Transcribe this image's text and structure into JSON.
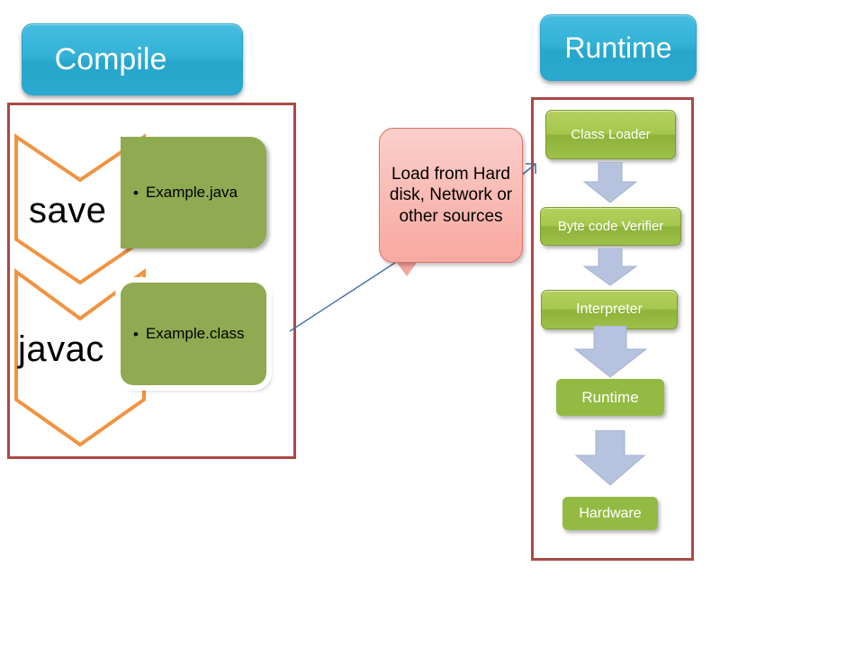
{
  "diagram": {
    "title_compile": "Compile",
    "title_runtime": "Runtime",
    "compile": {
      "steps": [
        {
          "chevron_label": "save",
          "box_label": "Example.java",
          "bullet": "•"
        },
        {
          "chevron_label": "javac",
          "box_label": "Example.class",
          "bullet": "•"
        }
      ]
    },
    "callout": {
      "text": "Load from Hard disk, Network or other sources",
      "lines": [
        "Load from",
        "Hard disk,",
        "Network or",
        "other",
        "sources"
      ]
    },
    "runtime": {
      "stages": [
        {
          "label": "Class Loader",
          "style": "glossy"
        },
        {
          "label": "Byte code Verifier",
          "style": "glossy"
        },
        {
          "label": "Interpreter",
          "style": "glossy"
        },
        {
          "label": "Runtime",
          "style": "flat"
        },
        {
          "label": "Hardware",
          "style": "flat"
        }
      ],
      "arrows": [
        "down-arrow-1",
        "down-arrow-2",
        "down-arrow-3",
        "down-arrow-4"
      ]
    },
    "colors": {
      "header_blue": "#33b2d6",
      "panel_border_red": "#a94a46",
      "chevron_orange": "#f29340",
      "box_green_flat": "#8faa51",
      "runtime_green": "#9cc048",
      "arrow_blue_gray": "#b6c3de",
      "callout_pink": "#f7a9a1",
      "connector_blue": "#4472a8"
    }
  }
}
